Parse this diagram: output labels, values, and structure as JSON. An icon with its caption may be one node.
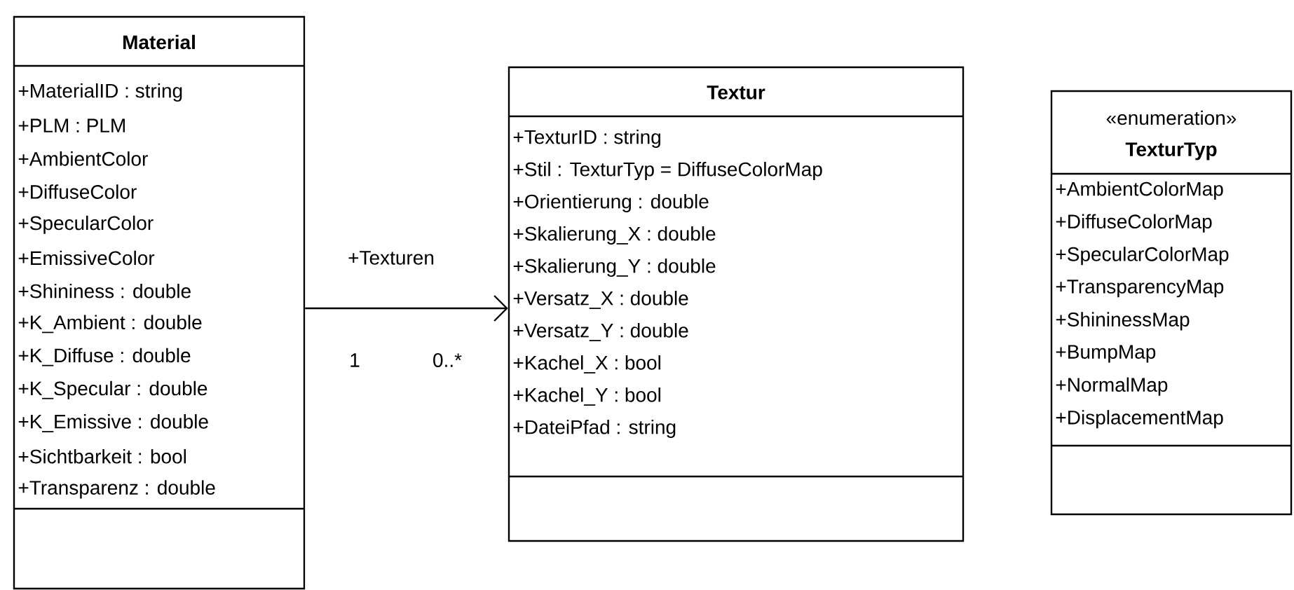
{
  "diagram": {
    "nodes": [
      {
        "text": [
          "Material",
          "+MaterialID : string",
          "+PLM : PLM",
          "+AmbientColor",
          "+DiffuseColor",
          "+SpecularColor",
          "+EmissiveColor",
          "+Shininess : double",
          "+K_Ambient : double",
          "+K_Diffuse : double",
          "+K_Specular : double",
          "+K_Emissive : double",
          "+Sichtbarkeit : bool",
          "+Transparenz : double"
        ]
      },
      {
        "text": [
          "Textur",
          "+TexturID : string",
          "+Stil : TexturTyp = DiffuseColorMap",
          "+Orientierung : double",
          "+Skalierung_X : double",
          "+Skalierung_Y : double",
          "+Versatz_X : double",
          "+Versatz_Y : double",
          "+Kachel_X : bool",
          "+Kachel_Y : bool",
          "+DateiPfad : string"
        ]
      },
      {
        "text": [
          "«enumeration»",
          "TexturTyp",
          "+AmbientColorMap",
          "+DiffuseColorMap",
          "+SpecularColorMap",
          "+TransparencyMap",
          "+ShininessMap",
          "+BumpMap",
          "+NormalMap",
          "+DisplacementMap"
        ]
      }
    ],
    "edges": [
      {
        "from": 0,
        "to": 1,
        "arrow": "to",
        "label": "+Texturen"
      }
    ],
    "labels": [
      "1",
      "0..*"
    ]
  }
}
